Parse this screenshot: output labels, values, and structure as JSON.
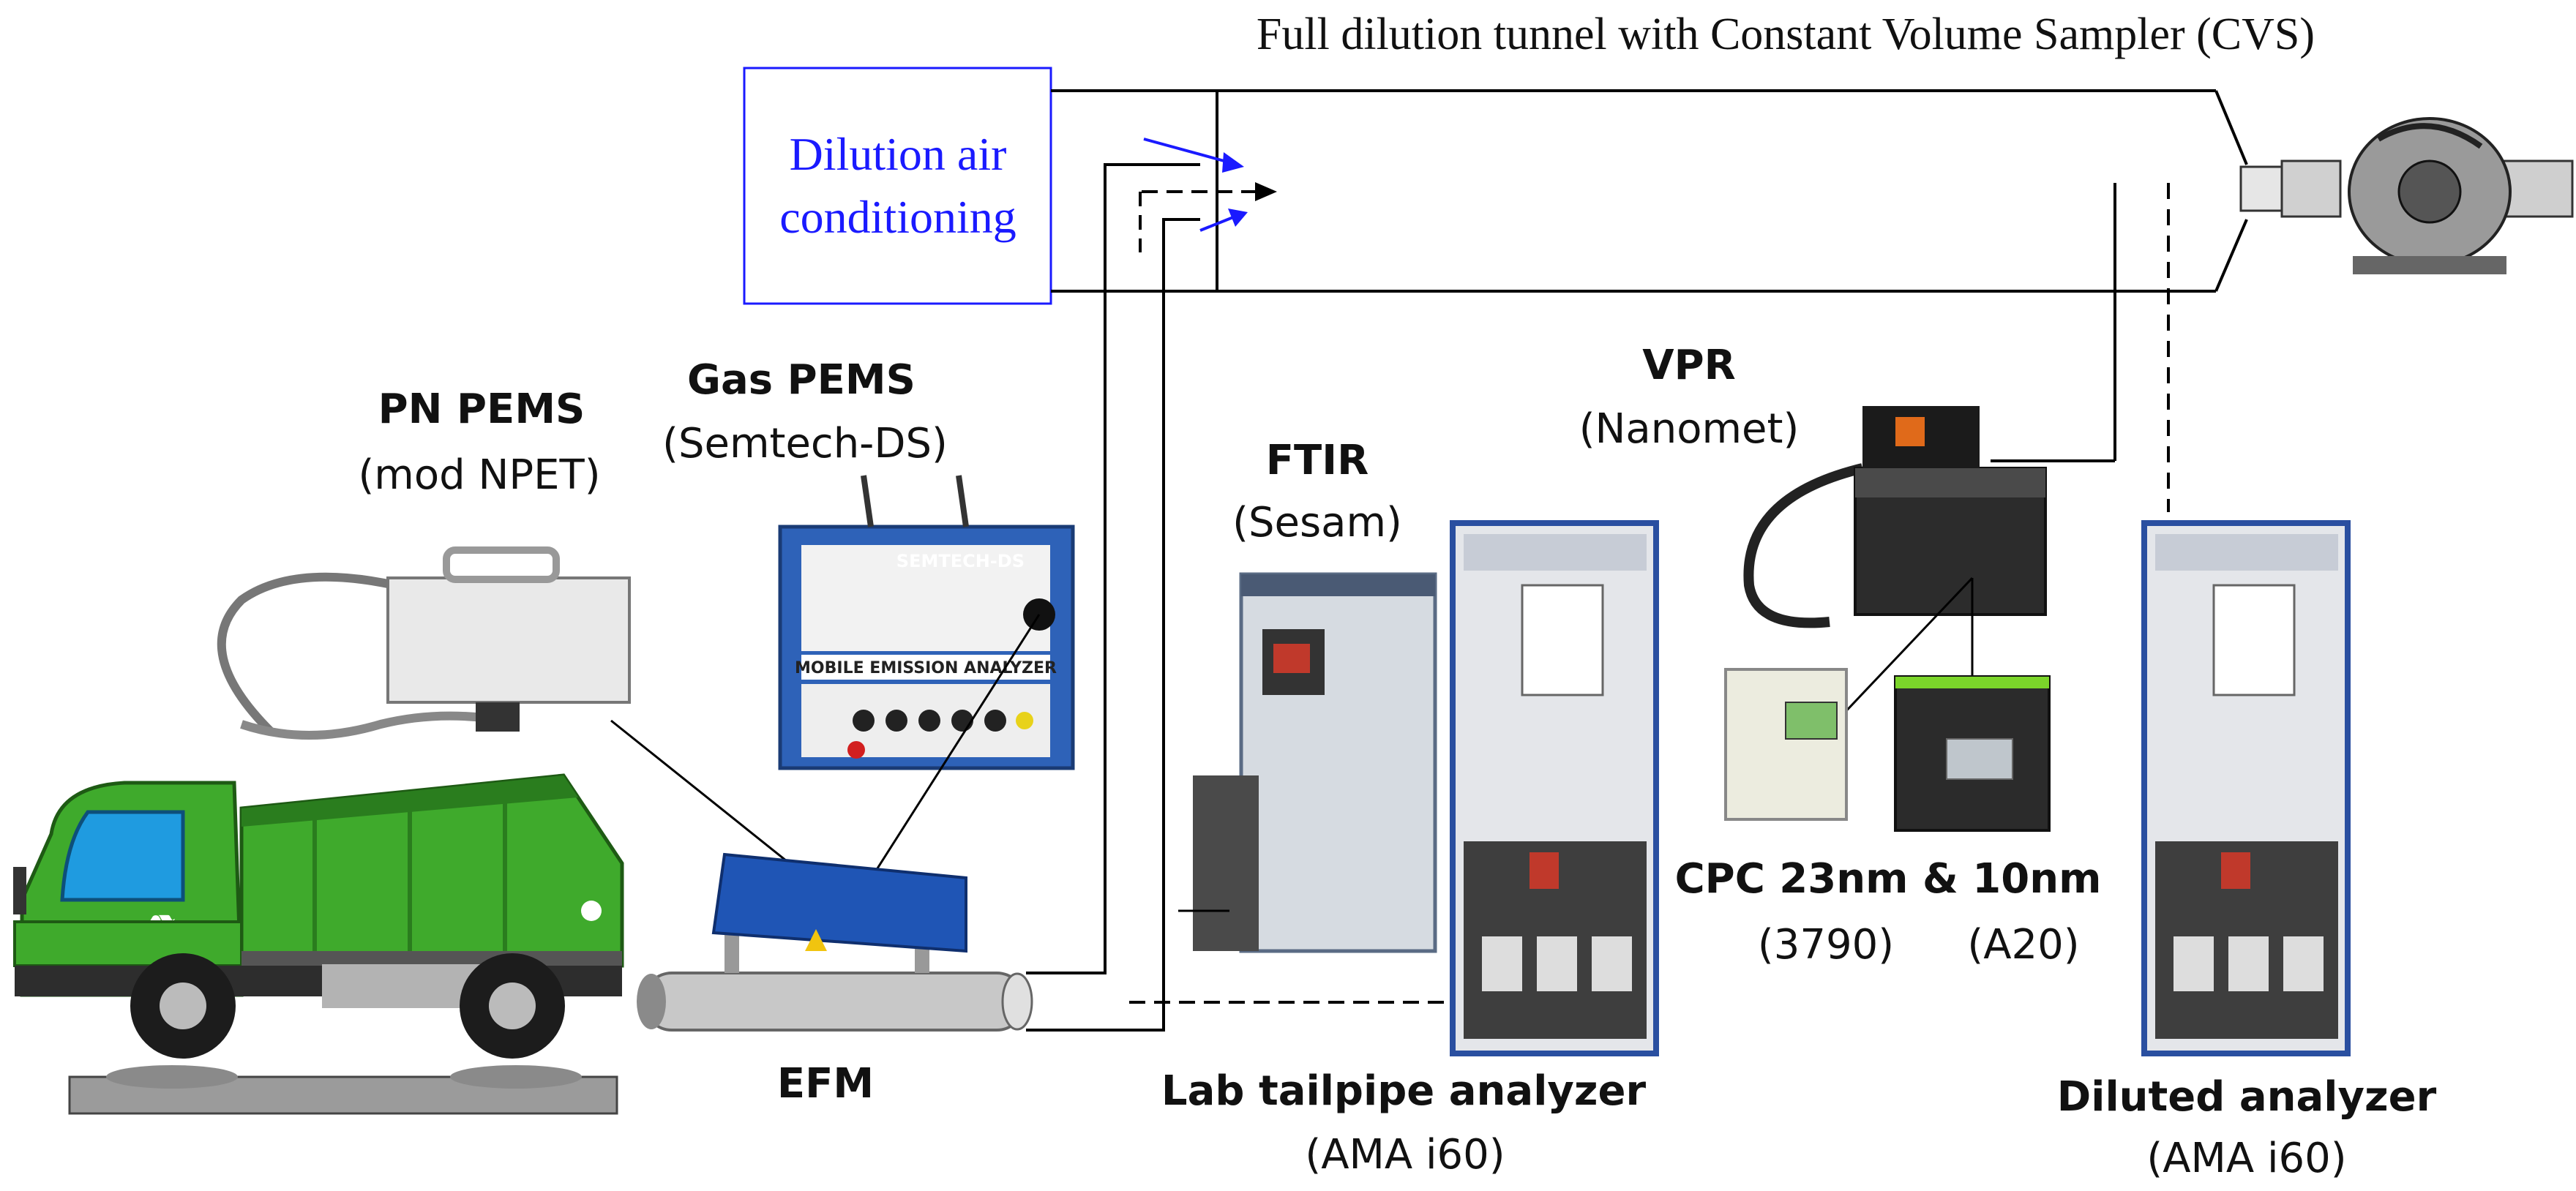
{
  "title": "Full dilution tunnel with Constant Volume Sampler (CVS)",
  "dilution_box": {
    "line1": "Dilution air",
    "line2": "conditioning"
  },
  "components": {
    "pn_pems": {
      "name": "PN PEMS",
      "sub": "(mod NPET)"
    },
    "gas_pems": {
      "name": "Gas PEMS",
      "sub": "(Semtech-DS)",
      "device_brand": "SEMTECH-DS",
      "device_caption": "MOBILE EMISSION ANALYZER"
    },
    "ftir": {
      "name": "FTIR",
      "sub": "(Sesam)"
    },
    "vpr": {
      "name": "VPR",
      "sub": "(Nanomet)"
    },
    "cpc": {
      "name": "CPC 23nm & 10nm",
      "sub1": "(3790)",
      "sub2": "(A20)"
    },
    "efm": {
      "name": "EFM"
    },
    "lab_analyzer": {
      "name": "Lab tailpipe analyzer",
      "sub": "(AMA i60)"
    },
    "diluted_analyzer": {
      "name": "Diluted analyzer",
      "sub": "(AMA i60)"
    }
  },
  "colors": {
    "dilution_text": "#1a1aff",
    "truck_green": "#3faa2c",
    "truck_dark_green": "#2a7d1e",
    "cab_window": "#1f9be0",
    "analyzer_blue": "#2a4fa0",
    "efm_blue": "#1f55b5"
  },
  "icons": [
    "garbage-truck-icon",
    "recycle-icon",
    "cvs-blower-icon",
    "analyzer-cabinet-icon"
  ]
}
